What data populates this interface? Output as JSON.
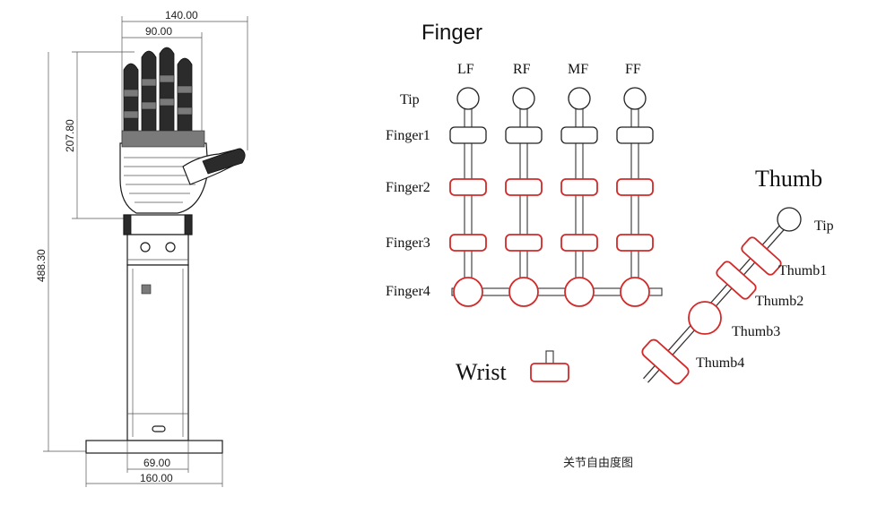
{
  "drawing": {
    "dims": {
      "overall_width": "140.00",
      "palm_width": "90.00",
      "hand_height": "207.80",
      "total_height": "488.30",
      "base_inner": "69.00",
      "base_outer": "160.00"
    }
  },
  "dof": {
    "finger_title": "Finger",
    "columns": [
      "LF",
      "RF",
      "MF",
      "FF"
    ],
    "finger_rows": [
      {
        "label": "Tip",
        "kind": "tip"
      },
      {
        "label": "Finger1",
        "kind": "fixed"
      },
      {
        "label": "Finger2",
        "kind": "active"
      },
      {
        "label": "Finger3",
        "kind": "active"
      },
      {
        "label": "Finger4",
        "kind": "active-ball"
      }
    ],
    "thumb_title": "Thumb",
    "thumb_labels": [
      "Tip",
      "Thumb1",
      "Thumb2",
      "Thumb3",
      "Thumb4"
    ],
    "wrist_label": "Wrist",
    "caption": "关节自由度图",
    "colors": {
      "active": "#d22a2a",
      "fixed": "#222222"
    }
  }
}
